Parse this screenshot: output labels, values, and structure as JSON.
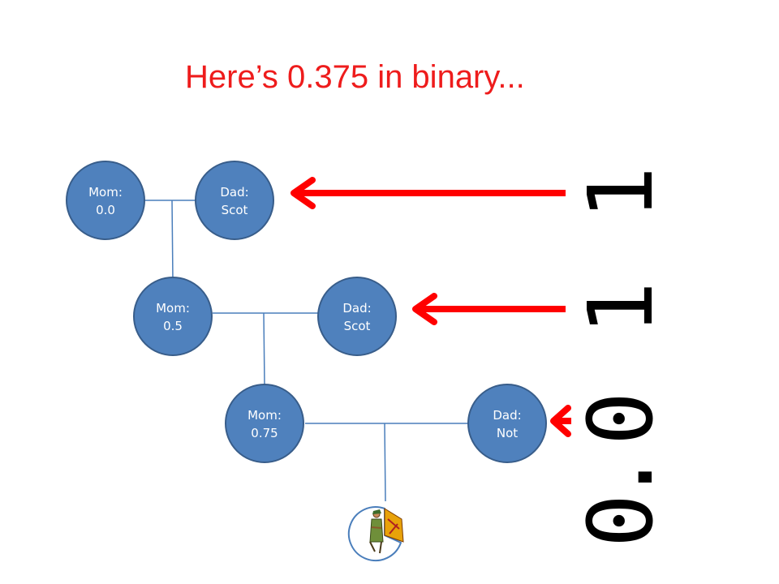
{
  "title": "Here’s 0.375 in binary...",
  "nodes": {
    "mom_1": {
      "line1": "Mom:",
      "line2": "0.0"
    },
    "dad_1": {
      "line1": "Dad:",
      "line2": "Scot"
    },
    "mom_2": {
      "line1": "Mom:",
      "line2": "0.5"
    },
    "dad_2": {
      "line1": "Dad:",
      "line2": "Scot"
    },
    "mom_3": {
      "line1": "Mom:",
      "line2": "0.75"
    },
    "dad_3": {
      "line1": "Dad:",
      "line2": "Not"
    }
  },
  "binary": {
    "d0": "0",
    "point": ".",
    "d1": "0",
    "d2": "1",
    "d3": "1"
  },
  "colors": {
    "title": "#ee1c1c",
    "node_fill": "#4f81bd",
    "node_stroke": "#385d8a",
    "connector": "#4a7ebb",
    "arrow": "#ff0000",
    "digits": "#000000"
  },
  "icons": {
    "child": "child-figure-icon"
  }
}
